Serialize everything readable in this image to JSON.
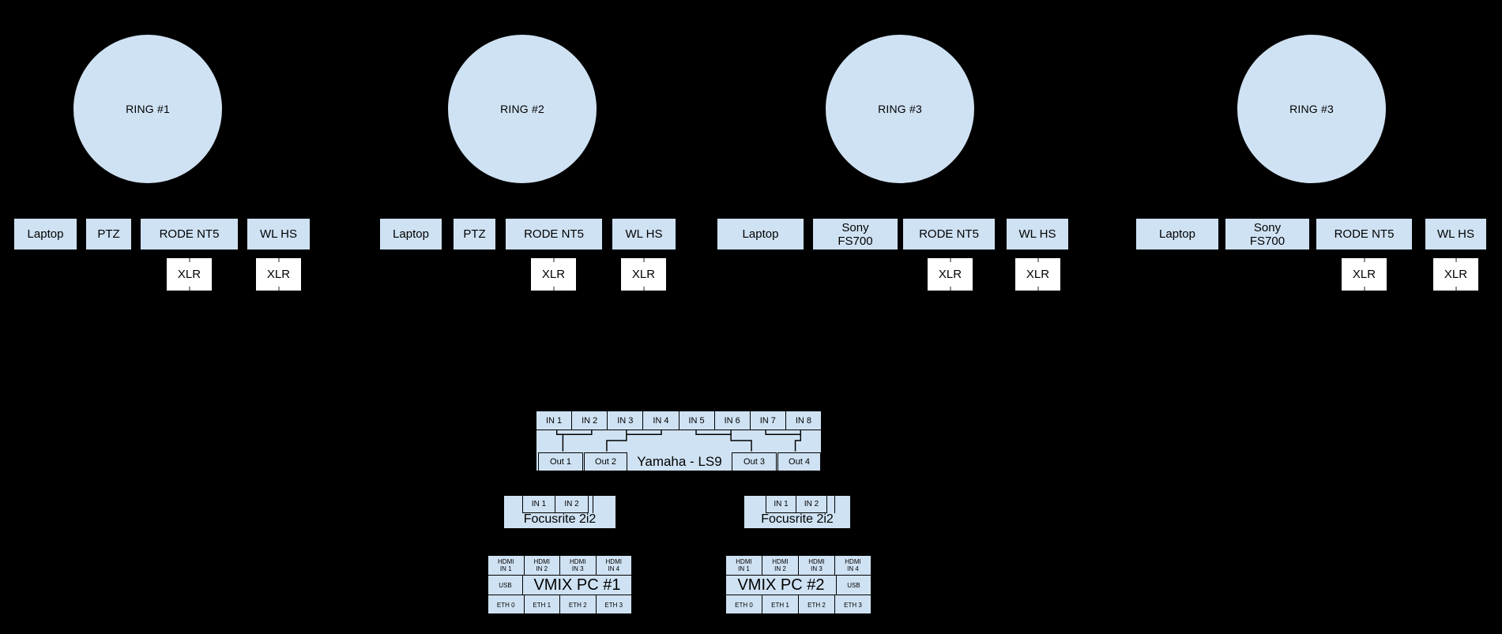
{
  "colors": {
    "background": "#000000",
    "shape_fill": "#cfe2f3",
    "shape_border": "#000000",
    "xlr_fill": "#ffffff",
    "text": "#000000"
  },
  "stations": [
    {
      "ring_label": "RING #1",
      "devices": [
        "Laptop",
        "PTZ",
        "RODE NT5",
        "WL HS"
      ],
      "xlr_tags": [
        "XLR",
        "XLR"
      ]
    },
    {
      "ring_label": "RING #2",
      "devices": [
        "Laptop",
        "PTZ",
        "RODE NT5",
        "WL HS"
      ],
      "xlr_tags": [
        "XLR",
        "XLR"
      ]
    },
    {
      "ring_label": "RING #3",
      "devices": [
        "Laptop",
        "Sony FS700",
        "RODE NT5",
        "WL HS"
      ],
      "xlr_tags": [
        "XLR",
        "XLR"
      ]
    },
    {
      "ring_label": "RING #3",
      "devices": [
        "Laptop",
        "Sony FS700",
        "RODE NT5",
        "WL HS"
      ],
      "xlr_tags": [
        "XLR",
        "XLR"
      ]
    }
  ],
  "mixer": {
    "title": "Yamaha - LS9",
    "inputs": [
      "IN 1",
      "IN 2",
      "IN 3",
      "IN 4",
      "IN 5",
      "IN 6",
      "IN 7",
      "IN 8"
    ],
    "outputs": [
      "Out 1",
      "Out 2",
      "Out 3",
      "Out 4"
    ]
  },
  "audio_interfaces": [
    {
      "title": "Focusrite 2i2",
      "inputs": [
        "IN 1",
        "IN 2"
      ]
    },
    {
      "title": "Focusrite 2i2",
      "inputs": [
        "IN 1",
        "IN 2"
      ]
    }
  ],
  "pcs": [
    {
      "title": "VMIX PC #1",
      "hdmi_label": "HDMI",
      "hdmi_ports": [
        "IN 1",
        "IN 2",
        "IN 3",
        "IN 4"
      ],
      "usb_label": "USB",
      "eth_ports": [
        "ETH 0",
        "ETH 1",
        "ETH 2",
        "ETH 3"
      ]
    },
    {
      "title": "VMIX PC #2",
      "hdmi_label": "HDMI",
      "hdmi_ports": [
        "IN 1",
        "IN 2",
        "IN 3",
        "IN 4"
      ],
      "usb_label": "USB",
      "eth_ports": [
        "ETH 0",
        "ETH 1",
        "ETH 2",
        "ETH 3"
      ]
    }
  ]
}
